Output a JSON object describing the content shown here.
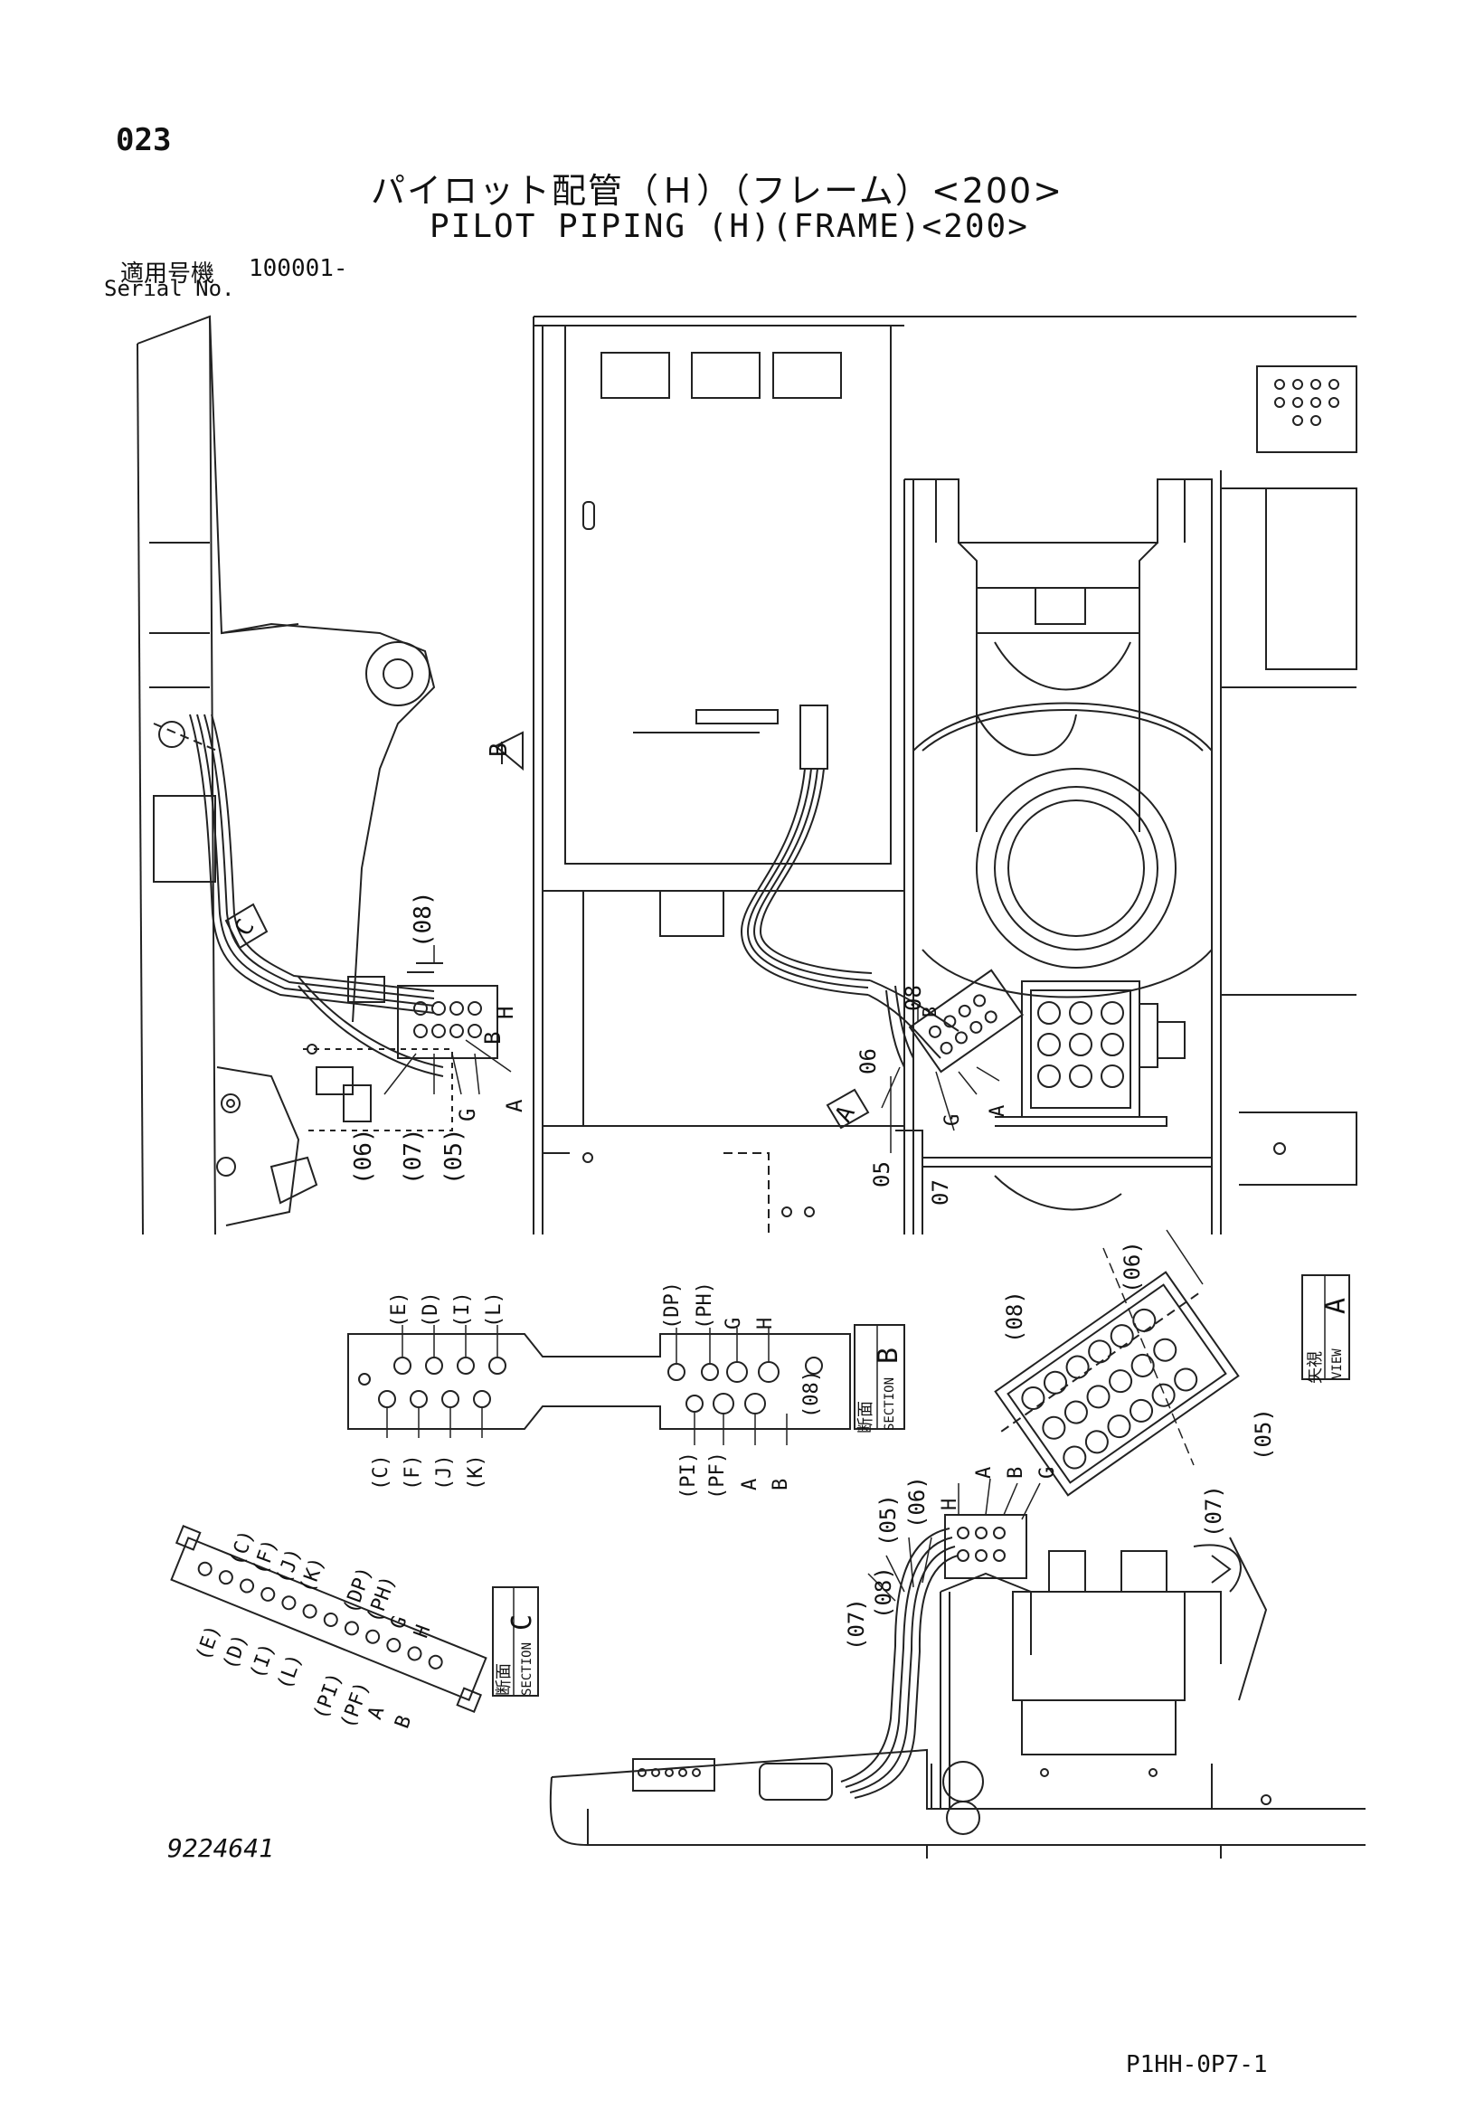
{
  "header": {
    "page_number": "023",
    "title_ja": "パイロット配管（Ｈ）（フレーム）<200>",
    "title_en": "PILOT PIPING (H)(FRAME)<200>",
    "serial_label_ja": "適用号機",
    "serial_value": "100001-",
    "serial_label_en": "Serial No."
  },
  "views": {
    "view_a": {
      "label_ja": "矢視",
      "label_en": "VIEW",
      "letter": "A"
    },
    "section_b": {
      "label_ja": "断面",
      "label_en": "SECTION",
      "letter": "B"
    },
    "section_c": {
      "label_ja": "断面",
      "label_en": "SECTION",
      "letter": "C"
    },
    "marker_a": "A",
    "marker_b": "B",
    "marker_c": "C"
  },
  "callouts": {
    "main_left": [
      "(08)",
      "B",
      "H",
      "A",
      "G",
      "(06)",
      "(07)",
      "(05)"
    ],
    "main_right": [
      "08",
      "06",
      "05",
      "07",
      "G",
      "A",
      "B"
    ],
    "section_b_top": [
      "(E)",
      "(D)",
      "(I)",
      "(L)",
      "(DP)",
      "(PH)",
      "G",
      "H"
    ],
    "section_b_bottom": [
      "(C)",
      "(F)",
      "(J)",
      "(K)",
      "(PI)",
      "(PF)",
      "A",
      "B",
      "(08)"
    ],
    "section_c_upper": [
      "(C)",
      "(F)",
      "(J)",
      "(K)",
      "(DP)",
      "(PH)",
      "G",
      "H"
    ],
    "section_c_lower": [
      "(E)",
      "(D)",
      "(I)",
      "(L)",
      "(PI)",
      "(PF)",
      "A",
      "B"
    ],
    "view_a": [
      "(08)",
      "(06)",
      "(05)",
      "(07)"
    ],
    "iso": [
      "(07)",
      "(08)",
      "(05)",
      "(06)",
      "H",
      "A",
      "B",
      "G"
    ]
  },
  "footer": {
    "part_number": "9224641",
    "page_code": "P1HH-0P7-1"
  }
}
